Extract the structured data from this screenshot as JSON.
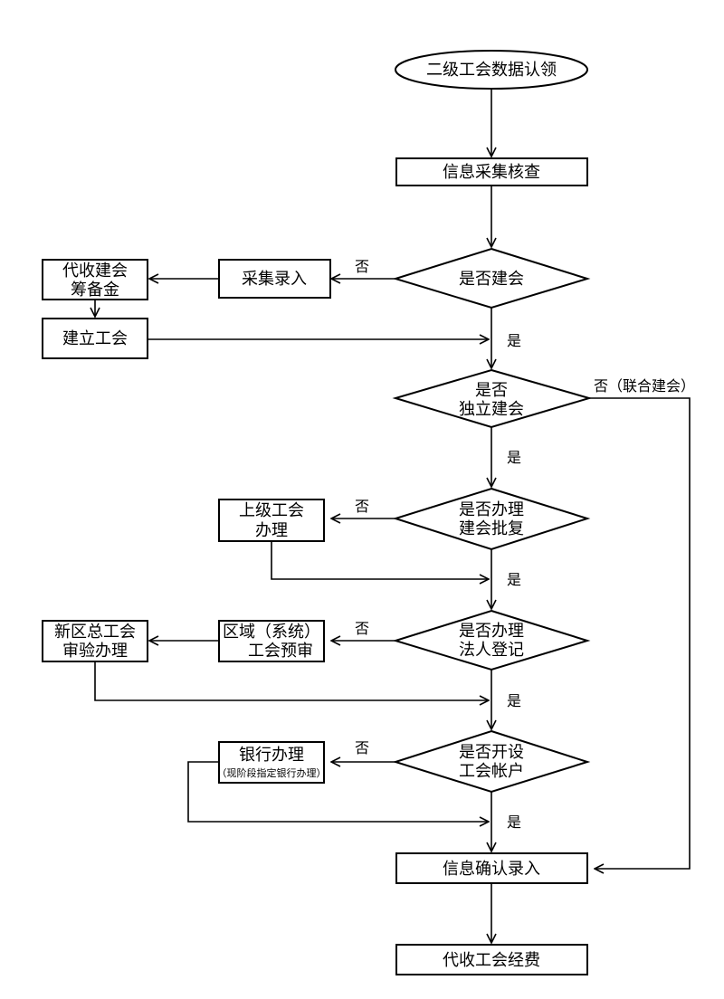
{
  "nodes": {
    "start": "二级工会数据认领",
    "verify": "信息采集核查",
    "q_union": "是否建会",
    "collect": "采集录入",
    "collect_fee": [
      "代收建会",
      "筹备金"
    ],
    "establish": "建立工会",
    "q_independent": [
      "是否",
      "独立建会"
    ],
    "q_approval": [
      "是否办理",
      "建会批复"
    ],
    "upper_union": [
      "上级工会",
      "办理"
    ],
    "q_legal": [
      "是否办理",
      "法人登记"
    ],
    "region_review": [
      "区域（系统）",
      "工会预审"
    ],
    "new_district": [
      "新区总工会",
      "审验办理"
    ],
    "q_account": [
      "是否开设",
      "工会帐户"
    ],
    "bank": "银行办理",
    "bank_note": "（现阶段指定银行办理）",
    "confirm": "信息确认录入",
    "collect_dues": "代收工会经费"
  },
  "labels": {
    "yes": "是",
    "no": "否",
    "no_joint": "否（联合建会）"
  }
}
